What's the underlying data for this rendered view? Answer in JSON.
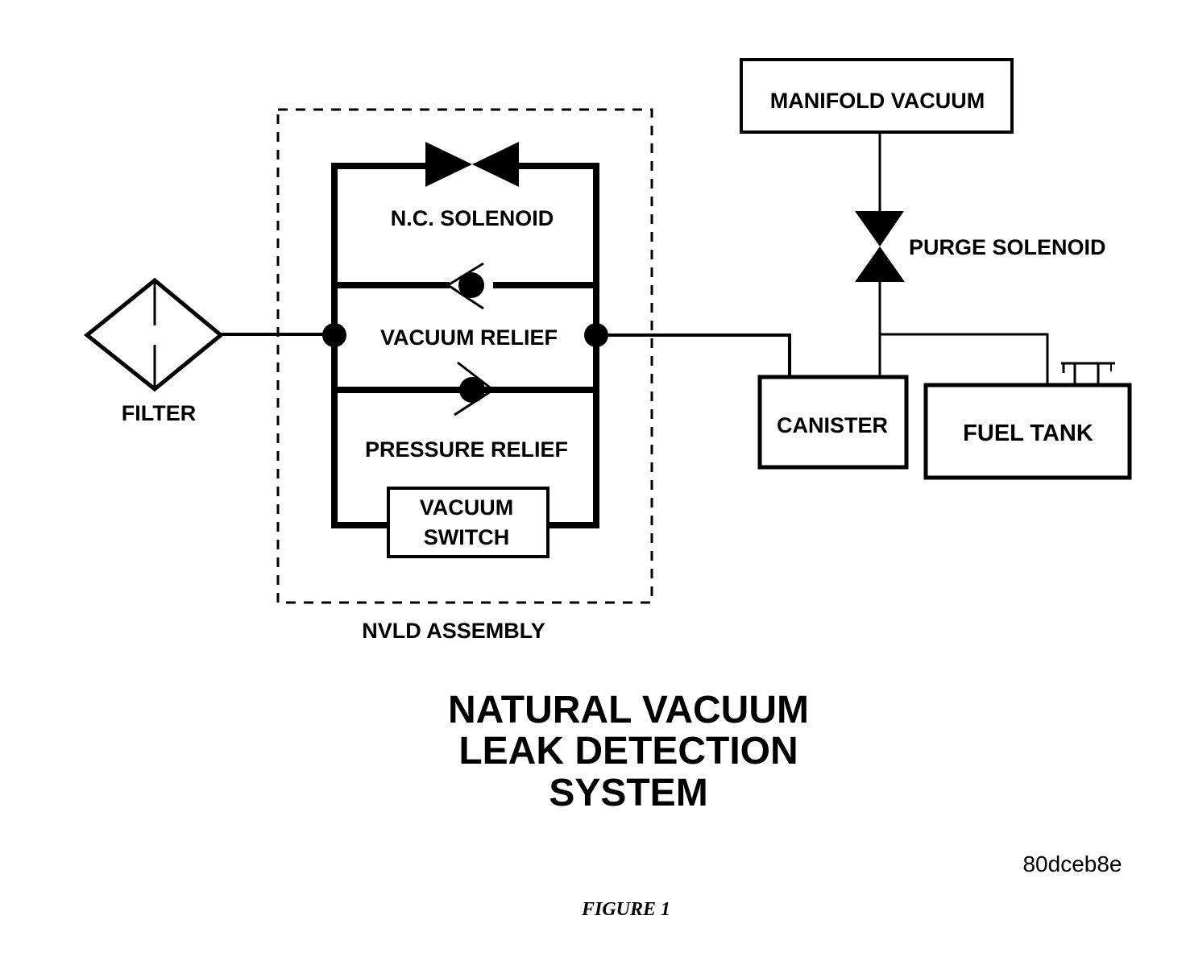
{
  "diagram": {
    "title_lines": [
      "NATURAL VACUUM",
      "LEAK DETECTION",
      "SYSTEM"
    ],
    "figure_caption": "FIGURE 1",
    "image_code": "80dceb8e",
    "components": {
      "filter": "FILTER",
      "nc_solenoid": "N.C. SOLENOID",
      "vacuum_relief": "VACUUM RELIEF",
      "pressure_relief": "PRESSURE RELIEF",
      "vacuum_switch_line1": "VACUUM",
      "vacuum_switch_line2": "SWITCH",
      "nvld_assembly": "NVLD ASSEMBLY",
      "manifold_vacuum": "MANIFOLD VACUUM",
      "purge_solenoid": "PURGE SOLENOID",
      "canister": "CANISTER",
      "fuel_tank": "FUEL TANK"
    },
    "connections": [
      {
        "from": "filter",
        "to": "nvld-assembly"
      },
      {
        "from": "nvld-assembly",
        "to": "canister"
      },
      {
        "from": "manifold-vacuum",
        "to": "purge-solenoid"
      },
      {
        "from": "purge-solenoid",
        "to": "canister"
      },
      {
        "from": "purge-solenoid",
        "to": "fuel-tank"
      }
    ]
  }
}
